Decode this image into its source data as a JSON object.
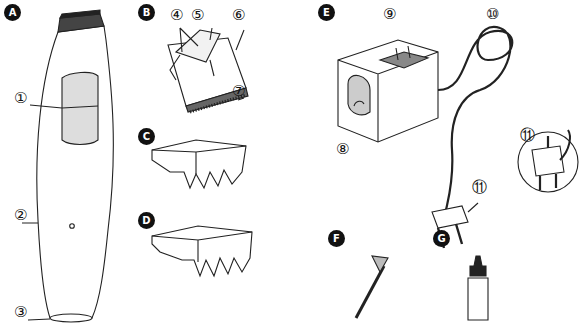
{
  "diagram": {
    "nodes": [
      {
        "text": [
          "A"
        ]
      },
      {
        "text": [
          "B"
        ]
      },
      {
        "text": [
          "C"
        ]
      },
      {
        "text": [
          "D"
        ]
      },
      {
        "text": [
          "E"
        ]
      },
      {
        "text": [
          "F"
        ]
      },
      {
        "text": [
          "G"
        ]
      }
    ],
    "labels": [
      "①",
      "②",
      "③",
      "④",
      "⑤",
      "⑥",
      "⑦",
      "⑧",
      "⑨",
      "⑩",
      "⑪",
      "⑪"
    ]
  }
}
